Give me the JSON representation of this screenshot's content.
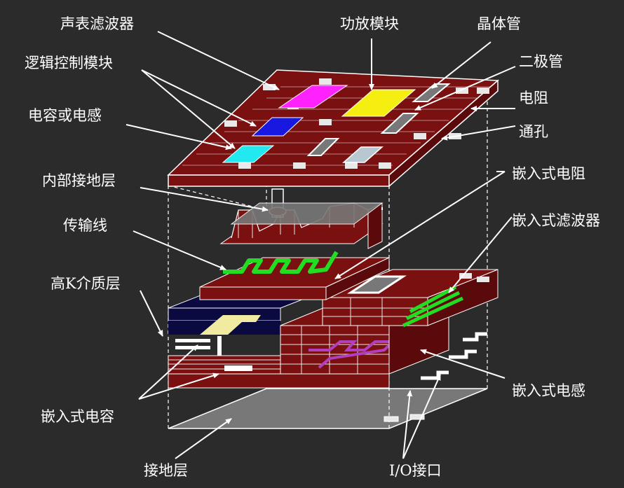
{
  "labels": {
    "saw_filter": "声表滤波器",
    "logic_module": "逻辑控制模块",
    "cap_or_inductor": "电容或电感",
    "inner_ground": "内部接地层",
    "transmission_line": "传输线",
    "high_k": "高K介质层",
    "embedded_capacitor": "嵌入式电容",
    "ground_layer": "接地层",
    "pa_module": "功放模块",
    "transistor": "晶体管",
    "diode": "二极管",
    "resistor": "电阻",
    "via": "通孔",
    "embedded_resistor": "嵌入式电阻",
    "embedded_filter": "嵌入式滤波器",
    "embedded_inductor": "嵌入式电感",
    "io_port": "I/O接口"
  },
  "colors": {
    "background": "#2b2b2b",
    "substrate": "#7a1010",
    "substrate_dark": "#5a0a0a",
    "pad": "#e8e8e8",
    "saw_filter": "#ff22ff",
    "pa_module": "#f5ee10",
    "logic_module": "#1818e0",
    "cap_or_inductor": "#22e8f0",
    "transmission_line": "#22dd22",
    "dielectric": "#0a0a40",
    "embedded_capacitor": "#f0eba0",
    "embedded_inductor": "#b040c0",
    "ground": "#787878",
    "line": "#ffffff"
  },
  "icons": {
    "arrow": "arrow-pointer"
  }
}
